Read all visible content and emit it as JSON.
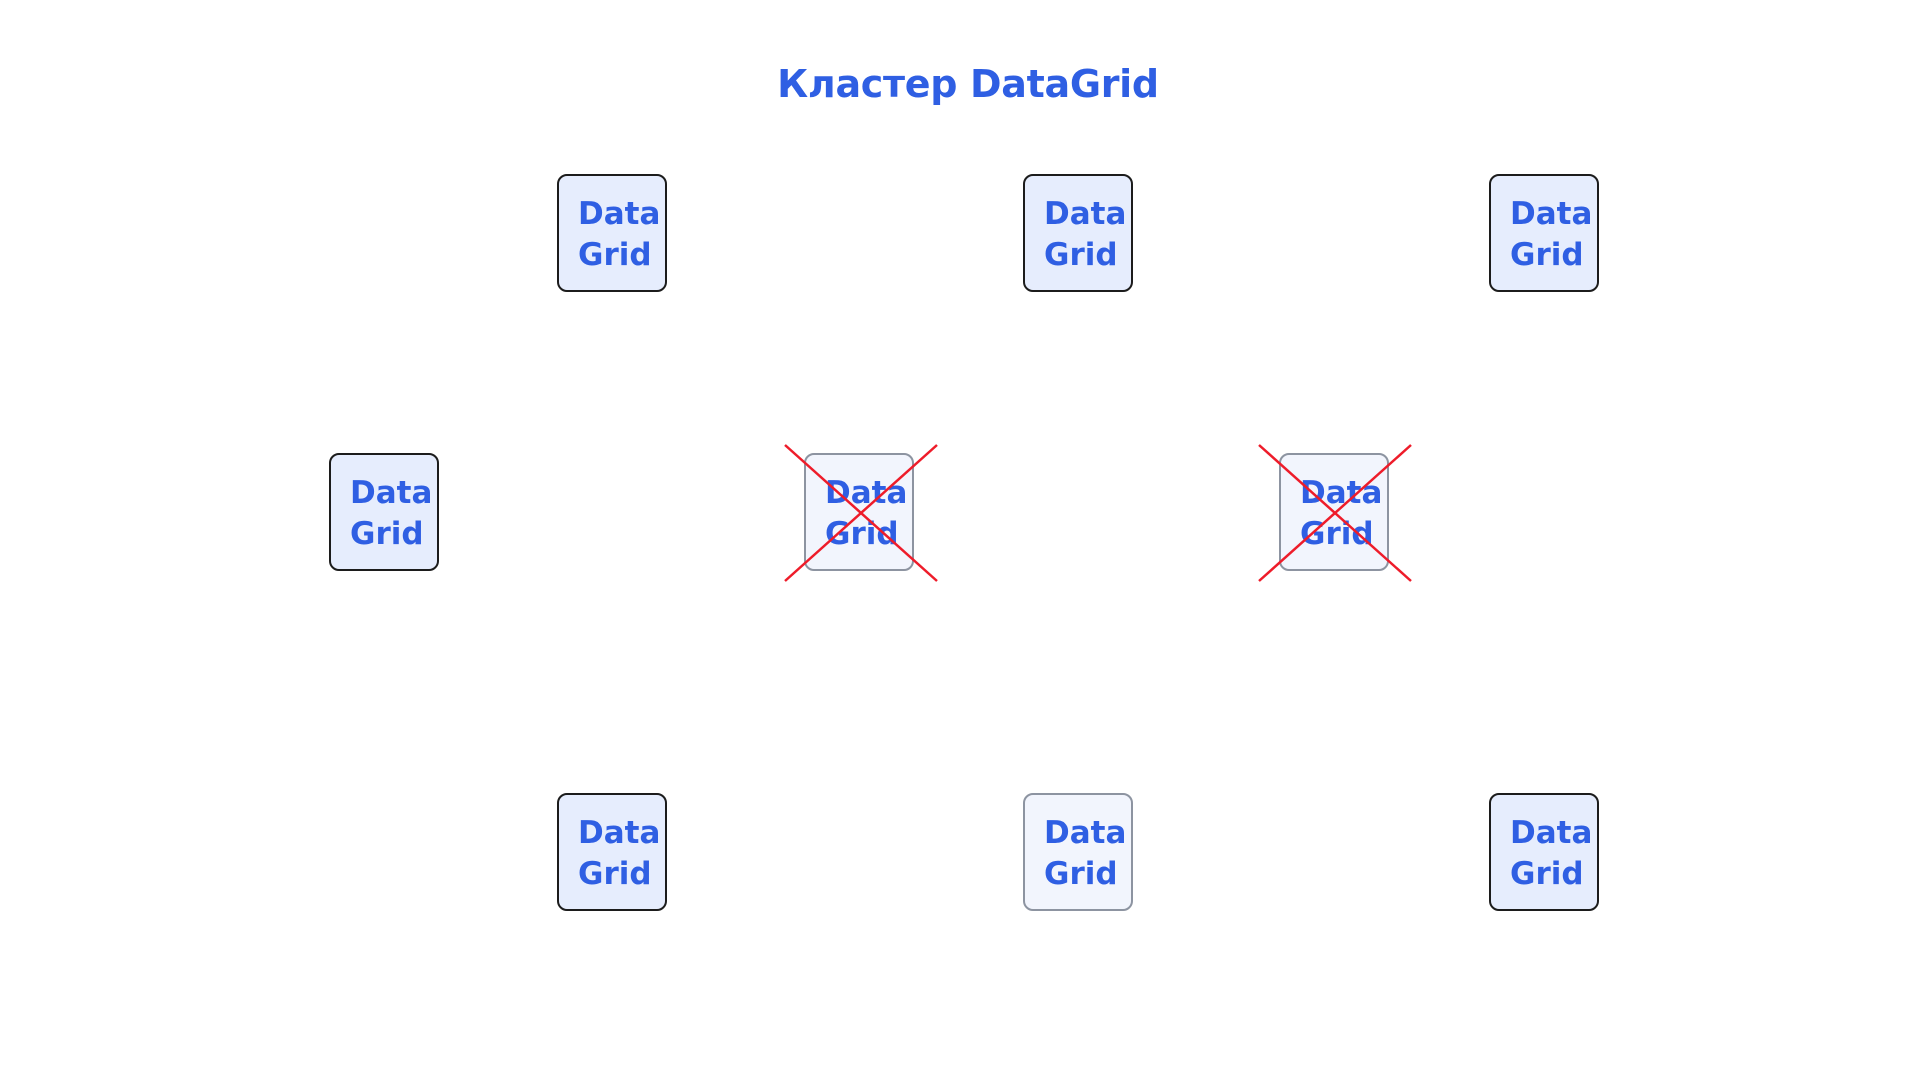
{
  "diagram": {
    "title": "Кластер DataGrid",
    "cross_color": "#ee1c2a",
    "nodes": [
      {
        "id": "top-left",
        "line1": "Data",
        "line2": "Grid",
        "status": "active"
      },
      {
        "id": "top-center",
        "line1": "Data",
        "line2": "Grid",
        "status": "active"
      },
      {
        "id": "top-right",
        "line1": "Data",
        "line2": "Grid",
        "status": "active"
      },
      {
        "id": "middle-left",
        "line1": "Data",
        "line2": "Grid",
        "status": "active"
      },
      {
        "id": "middle-center",
        "line1": "Data",
        "line2": "Grid",
        "status": "failed"
      },
      {
        "id": "middle-right",
        "line1": "Data",
        "line2": "Grid",
        "status": "failed"
      },
      {
        "id": "bottom-left",
        "line1": "Data",
        "line2": "Grid",
        "status": "active"
      },
      {
        "id": "bottom-center",
        "line1": "Data",
        "line2": "Grid",
        "status": "inactive"
      },
      {
        "id": "bottom-right",
        "line1": "Data",
        "line2": "Grid",
        "status": "active"
      }
    ]
  }
}
